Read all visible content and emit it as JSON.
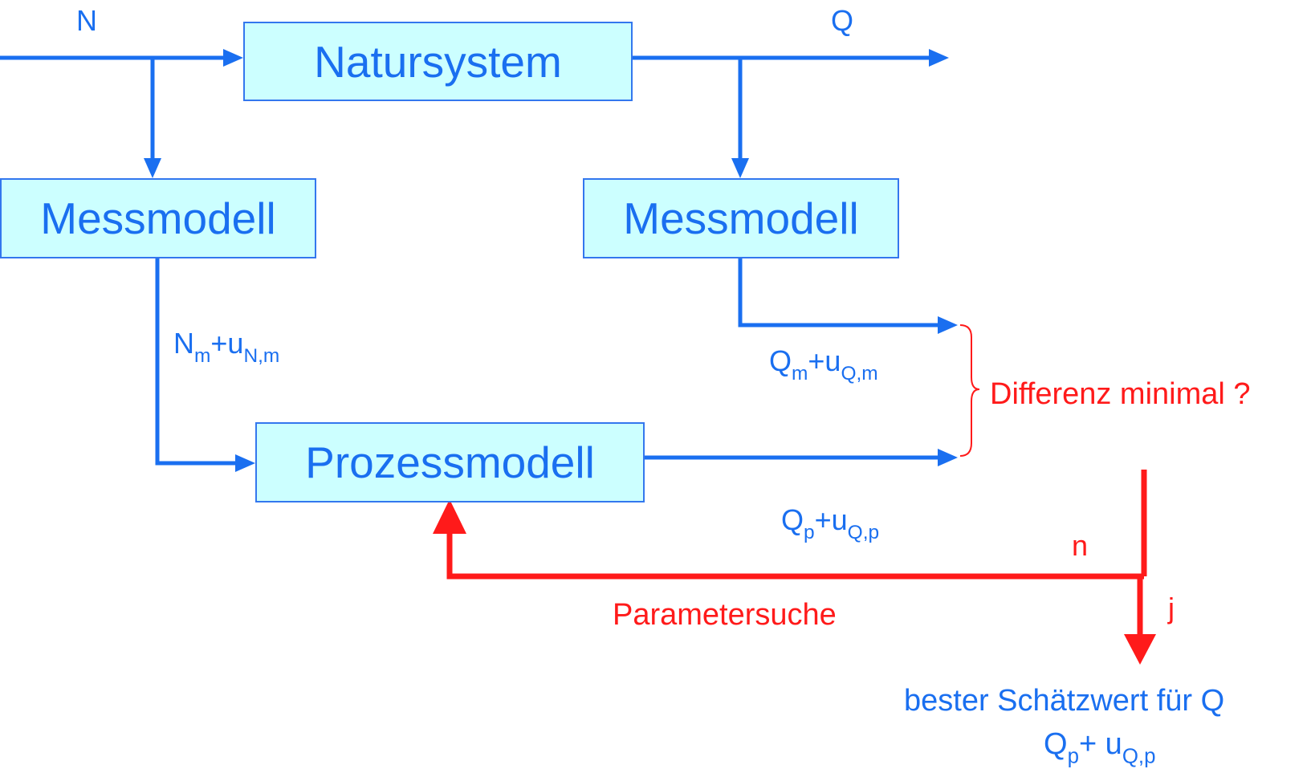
{
  "colors": {
    "flow": "#1a6ff0",
    "feedback": "#ff1a1a",
    "box_fill": "#ccffff",
    "box_border": "#3377ee"
  },
  "boxes": {
    "natursystem": "Natursystem",
    "messmodell_left": "Messmodell",
    "messmodell_right": "Messmodell",
    "prozessmodell": "Prozessmodell"
  },
  "labels": {
    "input_n": "N",
    "output_q": "Q",
    "nm_base": "N",
    "nm_sub1": "m",
    "nm_plus": "+u",
    "nm_sub2": "N,m",
    "qm_base": "Q",
    "qm_sub1": "m",
    "qm_plus": "+u",
    "qm_sub2": "Q,m",
    "qp_base": "Q",
    "qp_sub1": "p",
    "qp_plus": "+u",
    "qp_sub2": "Q,p",
    "differenz": "Differenz minimal ?",
    "decision_no": "n",
    "decision_yes": "j",
    "parametersuche": "Parametersuche",
    "result_line1": "bester Schätzwert für Q",
    "result_base": "Q",
    "result_sub1": "p",
    "result_plus": "+ u",
    "result_sub2": "Q,p"
  }
}
